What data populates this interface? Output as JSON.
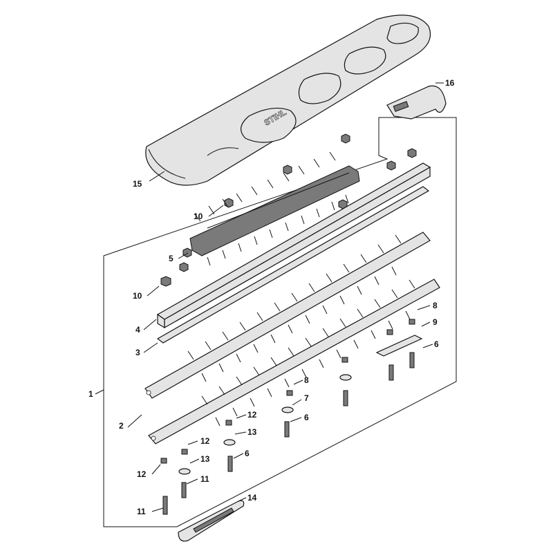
{
  "brand": {
    "logo_text": "STIHL"
  },
  "callouts": [
    {
      "id": "c15",
      "text": "15"
    },
    {
      "id": "c16",
      "text": "16"
    },
    {
      "id": "c10a",
      "text": "10"
    },
    {
      "id": "c5",
      "text": "5"
    },
    {
      "id": "c10b",
      "text": "10"
    },
    {
      "id": "c4",
      "text": "4"
    },
    {
      "id": "c3",
      "text": "3"
    },
    {
      "id": "c8a",
      "text": "8"
    },
    {
      "id": "c9",
      "text": "9"
    },
    {
      "id": "c6a",
      "text": "6"
    },
    {
      "id": "c1",
      "text": "1"
    },
    {
      "id": "c8b",
      "text": "8"
    },
    {
      "id": "c7",
      "text": "7"
    },
    {
      "id": "c6b",
      "text": "6"
    },
    {
      "id": "c2",
      "text": "2"
    },
    {
      "id": "c12a",
      "text": "12"
    },
    {
      "id": "c13a",
      "text": "13"
    },
    {
      "id": "c12b",
      "text": "12"
    },
    {
      "id": "c13b",
      "text": "13"
    },
    {
      "id": "c6c",
      "text": "6"
    },
    {
      "id": "c12c",
      "text": "12"
    },
    {
      "id": "c11a",
      "text": "11"
    },
    {
      "id": "c14",
      "text": "14"
    },
    {
      "id": "c11b",
      "text": "11"
    }
  ]
}
